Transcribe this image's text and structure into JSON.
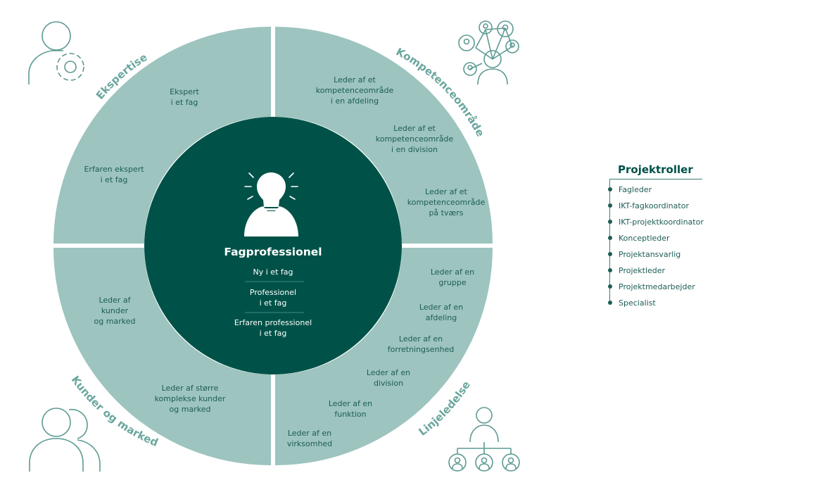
{
  "center": {
    "title": "Fagprofessionel",
    "levels": [
      {
        "line1": "Ny i et fag",
        "line2": ""
      },
      {
        "line1": "Professionel",
        "line2": "i et fag"
      },
      {
        "line1": "Erfaren professionel",
        "line2": "i et fag"
      }
    ]
  },
  "quadrants": {
    "ekspertise": {
      "label": "Ekspertise",
      "items": [
        [
          "Ekspert",
          "i et fag"
        ],
        [
          "Erfaren ekspert",
          "i et fag"
        ]
      ]
    },
    "kompetence": {
      "label": "Kompetenceområde",
      "items": [
        [
          "Leder af et",
          "kompetenceområde",
          "i en afdeling"
        ],
        [
          "Leder af et",
          "kompetenceområde",
          "i en division"
        ],
        [
          "Leder af et",
          "kompetenceområde",
          "på tværs"
        ]
      ]
    },
    "kunder": {
      "label": "Kunder og marked",
      "items": [
        [
          "Leder af",
          "kunder",
          "og marked"
        ],
        [
          "Leder af større",
          "komplekse kunder",
          "og marked"
        ]
      ]
    },
    "linje": {
      "label": "Linjeledelse",
      "items": [
        [
          "Leder af en",
          "gruppe"
        ],
        [
          "Leder af en",
          "afdeling"
        ],
        [
          "Leder af en",
          "forretningsenhed"
        ],
        [
          "Leder af en",
          "division"
        ],
        [
          "Leder af en",
          "funktion"
        ],
        [
          "Leder af en",
          "virksomhed"
        ]
      ]
    }
  },
  "projektroller": {
    "title": "Projektroller",
    "items": [
      "Fagleder",
      "IKT-fagkoordinator",
      "IKT-projektkoordinator",
      "Konceptleder",
      "Projektansvarlig",
      "Projektleder",
      "Projektmedarbejder",
      "Specialist"
    ]
  },
  "icons": {
    "center": "lightbulb-person-icon",
    "ekspertise": "person-gear-icon",
    "kompetence": "network-people-icon",
    "kunder": "two-people-icon",
    "linje": "org-chart-icon"
  },
  "colors": {
    "ring": "#9dc4bf",
    "center": "#005248",
    "text": "#1d5d55",
    "label": "#6ba79f",
    "icon_stroke": "#5c9a92"
  }
}
